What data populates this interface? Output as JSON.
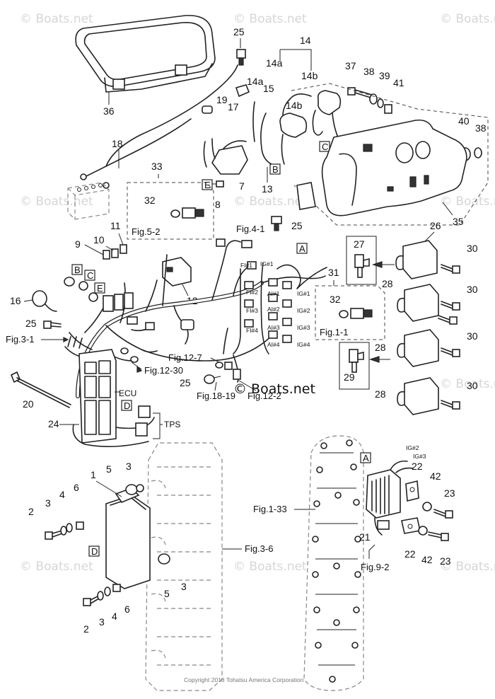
{
  "watermark": {
    "text": "Boats.net",
    "copyright_symbol": "©"
  },
  "copyright": "Copyright 2018 Tohatsu America Corporation",
  "parts": {
    "p1": "1",
    "p2": "2",
    "p3": "3",
    "p4": "4",
    "p5": "5",
    "p6": "6",
    "p7": "7",
    "p8": "8",
    "p9": "9",
    "p10": "10",
    "p11": "11",
    "p12": "12",
    "p13": "13",
    "p14": "14",
    "p14a": "14a",
    "p14b": "14b",
    "p15": "15",
    "p16": "16",
    "p17": "17",
    "p18": "18",
    "p19": "19",
    "p20": "20",
    "p21": "21",
    "p22": "22",
    "p23": "23",
    "p24": "24",
    "p25": "25",
    "p26": "26",
    "p27": "27",
    "p28": "28",
    "p29": "29",
    "p30": "30",
    "p31": "31",
    "p32": "32",
    "p33": "33",
    "p35": "35",
    "p36": "36",
    "p37": "37",
    "p38": "38",
    "p39": "39",
    "p40": "40",
    "p41": "41",
    "p42": "42"
  },
  "figure_refs": {
    "fig_5_2": "Fig.5-2",
    "fig_4_1": "Fig.4-1",
    "fig_3_1": "Fig.3-1",
    "fig_12_7": "Fig.12-7",
    "fig_12_30": "Fig.12-30",
    "fig_18_19": "Fig.18-19",
    "fig_12_2": "Fig.12-2",
    "fig_1_1": "Fig.1-1",
    "fig_1_33": "Fig.1-33",
    "fig_3_6": "Fig.3-6",
    "fig_9_2": "Fig.9-2"
  },
  "connector_letters": {
    "A": "A",
    "B": "B",
    "C": "C",
    "D": "D",
    "E": "E"
  },
  "labels": {
    "ecu": "ECU",
    "tps": "TPS",
    "ig1": "IG#1",
    "ig2": "IG#2",
    "ig3": "IG#3",
    "ig4": "IG#4",
    "fi1": "FI#1",
    "fi2": "FI#2",
    "fi3": "FI#3",
    "fi4": "FI#4",
    "ai1": "AI#1",
    "ai2": "AI#2",
    "ai3": "AI#3",
    "ai4": "AI#4"
  }
}
